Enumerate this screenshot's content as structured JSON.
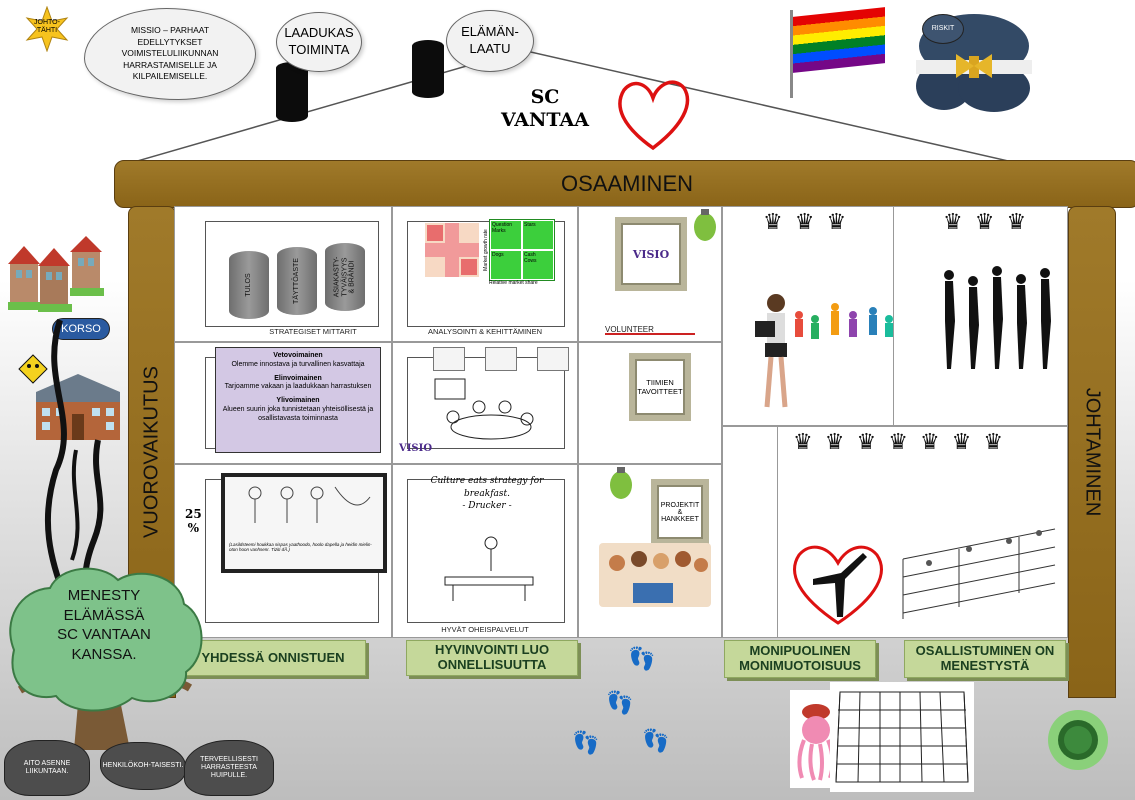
{
  "star": {
    "label": "JOHTO-\nTÄHTI"
  },
  "mission": {
    "text": "MISSIO – PARHAAT EDELLYTYKSET VOIMISTELULIIKUNNAN HARRASTAMISELLE JA KILPAILEMISELLE."
  },
  "bubbles": {
    "quality": "LAADUKAS TOIMINTA",
    "wellbeing": "ELÄMÄN-\nLAATU"
  },
  "roof": {
    "line1": "SC",
    "line2": "VANTAA"
  },
  "risks": {
    "label": "RISKIT"
  },
  "beam": {
    "title": "OSAAMINEN"
  },
  "pillars": {
    "left": "VUOROVAIKUTUS",
    "right": "JOHTAMINEN"
  },
  "korso": {
    "label": "KORSO"
  },
  "grid": {
    "cylinders": [
      "TULOS",
      "TÄYTTÖASTE",
      "ASIAKASTY-\nTYVÄISYYS\n& BRÄNDI"
    ],
    "strategic": "STRATEGISET MITTARIT",
    "bcg": {
      "q1": "Question\nMarks",
      "q2": "Stars",
      "q3": "Dogs",
      "q4": "Cash\nCows",
      "xaxis": "Relative market share",
      "yaxis": "Market growth rate"
    },
    "analysis": "ANALYSOINTI & KEHITTÄMINEN",
    "visio_frame": "VISIO",
    "volunteer": "VOLUNTEER",
    "values": [
      {
        "title": "Vetovoimainen",
        "text": "Olemme innostava ja turvallinen kasvattaja"
      },
      {
        "title": "Elinvoimainen",
        "text": "Tarjoamme vakaan ja laadukkaan harrastuksen"
      },
      {
        "title": "Ylivoimainen",
        "text": "Alueen suurin joka tunnistetaan yhteisöllisestä ja osallistavasta toiminnasta"
      }
    ],
    "visio_small": "VISIO",
    "team_goals": "TIIMIEN\nTAVOITTEET",
    "percent": "25\n%",
    "comic_caption": "(Lasildsteemi houkkaa sispas yaathoodo, hoolo dapella ja heidin mielin- oton hoon vanhsenr. Tiziti dÅ.)",
    "culture": {
      "line1": "Culture eats strategy for",
      "line2": "breakfast.",
      "line3": "- Drucker -"
    },
    "services": "HYVÄT OHEISPALVELUT",
    "projects": "PROJEKTIT\n&\nHANKKEET"
  },
  "labels": {
    "together": "YHDESSÄ ONNISTUEN",
    "wellbeing": "HYVINVOINTI LUO ONNELLISUUTTA",
    "diverse": "MONIPUOLINEN MONIMUOTOISUUS",
    "participation": "OSALLISTUMINEN ON MENESTYSTÄ"
  },
  "tree": {
    "text": "MENESTY ELÄMÄSSÄ SC VANTAAN KANSSA."
  },
  "roots": [
    {
      "text": "AITO ASENNE LIIKUNTAAN."
    },
    {
      "text": "HENKILÖKOH-TAISESTI."
    },
    {
      "text": "TERVEELLISESTI HARRASTEESTA HUIPULLE."
    }
  ]
}
